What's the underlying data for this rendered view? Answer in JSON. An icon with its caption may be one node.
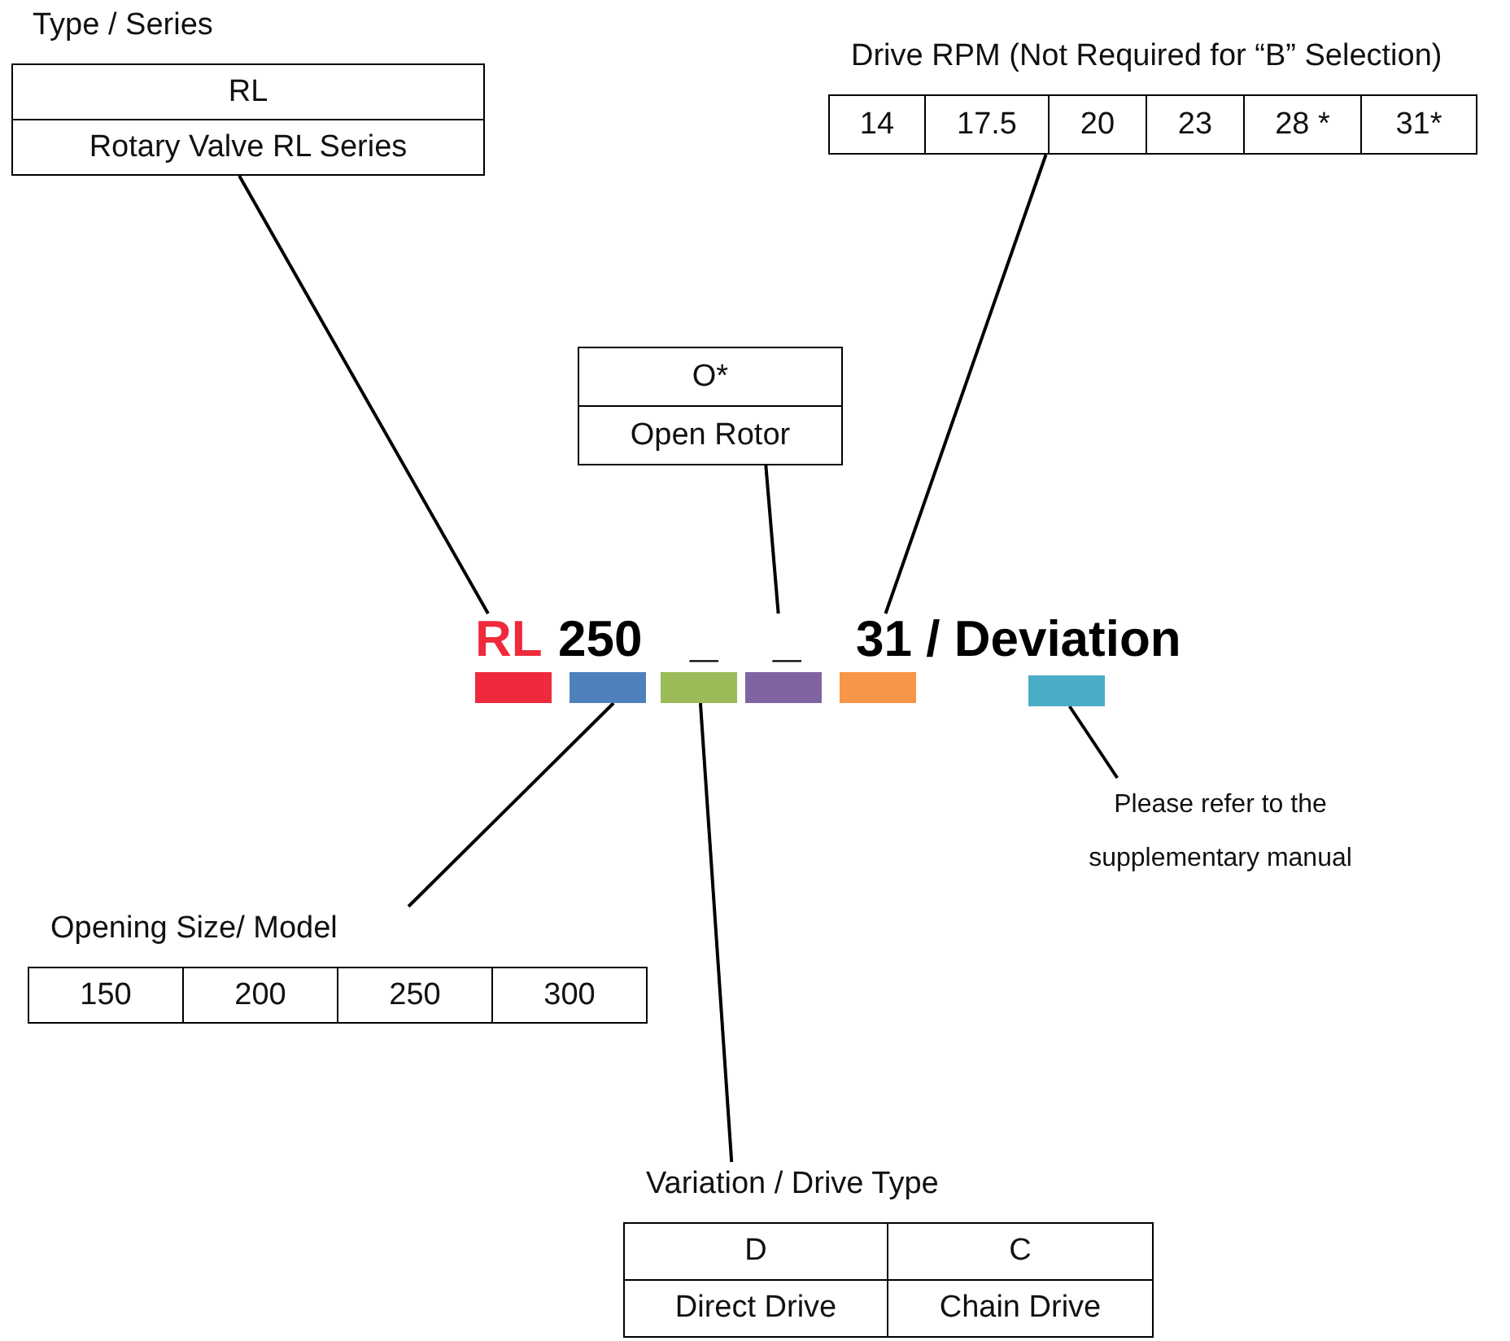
{
  "diagram": {
    "nodes": [
      {
        "text": [
          "Type / Series",
          "RL",
          "Rotary Valve RL Series"
        ]
      },
      {
        "text": [
          "Drive RPM (Not Required for “B” Selection)",
          "14",
          "17.5",
          "20",
          "23",
          "28 *",
          "31*"
        ]
      },
      {
        "text": [
          "O*",
          "Open Rotor"
        ]
      },
      {
        "text": [
          "RL"
        ]
      },
      {
        "text": [
          "250"
        ]
      },
      {
        "text": [
          "_"
        ]
      },
      {
        "text": [
          "_"
        ]
      },
      {
        "text": [
          "31 / Deviation"
        ]
      },
      {
        "text": [],
        "shape": "bar"
      },
      {
        "text": [],
        "shape": "bar"
      },
      {
        "text": [],
        "shape": "bar"
      },
      {
        "text": [],
        "shape": "bar"
      },
      {
        "text": [],
        "shape": "bar"
      },
      {
        "text": [],
        "shape": "bar"
      },
      {
        "text": [
          "Please refer to the supplementary manual"
        ]
      },
      {
        "text": [
          "Opening Size/ Model",
          "150",
          "200",
          "250",
          "300"
        ]
      },
      {
        "text": [
          "Variation / Drive Type",
          "D",
          "C",
          "Direct Drive",
          "Chain Drive"
        ]
      }
    ],
    "edges": [
      {
        "from": 0,
        "to": 3,
        "arrow": "none"
      },
      {
        "from": 1,
        "to": 7,
        "arrow": "none"
      },
      {
        "from": 2,
        "to": 6,
        "arrow": "none"
      },
      {
        "from": 9,
        "to": 15,
        "arrow": "none"
      },
      {
        "from": 10,
        "to": 16,
        "arrow": "none"
      },
      {
        "from": 13,
        "to": 14,
        "arrow": "none"
      }
    ]
  }
}
